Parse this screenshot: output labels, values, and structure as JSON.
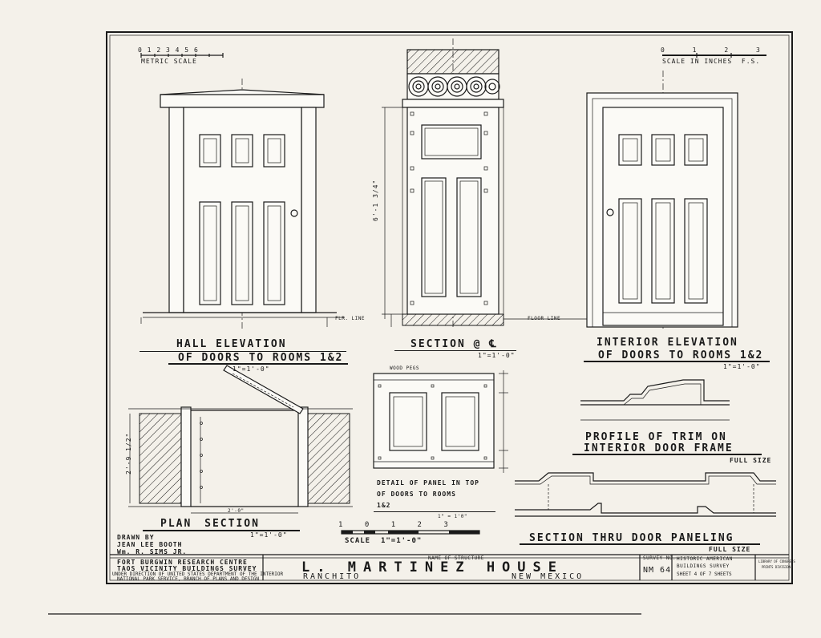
{
  "views": {
    "hall": {
      "title": "HALL ELEVATION",
      "subtitle": "OF DOORS TO ROOMS 1&2",
      "scale": "1\"=1'-0\"",
      "flr_line": "FLR. LINE"
    },
    "section": {
      "title": "SECTION @ ℄",
      "scale": "1\"=1'-0\"",
      "height_dim": "6'-1 3/4\""
    },
    "interior": {
      "title": "INTERIOR ELEVATION",
      "subtitle": "OF DOORS TO ROOMS 1&2",
      "scale": "1\"=1'-0\"",
      "floor_line": "FLOOR LINE"
    },
    "plan": {
      "title": "PLAN SECTION",
      "scale": "1\"=1'-0\"",
      "width_dim": "2'-0\"",
      "depth_dim": "2'-9 1/2\""
    },
    "panel_detail": {
      "label_top": "WOOD PEGS",
      "title_line1": "DETAIL OF PANEL IN TOP",
      "title_line2": "OF DOORS TO ROOMS",
      "title_line3": "1&2",
      "scale": "1\" = 1'0\""
    },
    "trim": {
      "title_line1": "PROFILE OF TRIM ON",
      "title_line2": "INTERIOR DOOR FRAME",
      "size": "FULL SIZE"
    },
    "door_paneling": {
      "title": "SECTION THRU DOOR PANELING",
      "size": "FULL SIZE"
    }
  },
  "scales": {
    "metric": {
      "label": "METRIC SCALE",
      "ticks": [
        "0",
        "1",
        "2",
        "3",
        "4",
        "5",
        "6"
      ]
    },
    "inches": {
      "label": "SCALE IN INCHES",
      "suffix": "F.S.",
      "ticks": [
        "0",
        "1",
        "2",
        "3"
      ]
    },
    "bottom": {
      "label": "SCALE",
      "value": "1\"=1'-0\"",
      "ticks": [
        "1",
        "0",
        "1",
        "2",
        "3"
      ]
    }
  },
  "credits": {
    "drawn_by": "DRAWN BY",
    "name1": "JEAN LEE BOOTH",
    "name2": "Wm. R. SIMS JR."
  },
  "title_block": {
    "org_line1": "FORT BURGWIN RESEARCH CENTRE",
    "org_line2": "TAOS VICINITY BUILDINGS SURVEY",
    "org_line3": "UNDER DIRECTION OF UNITED STATES DEPARTMENT OF THE INTERIOR",
    "org_line4": "NATIONAL PARK SERVICE, BRANCH OF PLANS AND DESIGN",
    "name_of_structure_label": "NAME OF STRUCTURE",
    "structure_name": "L. MARTINEZ HOUSE",
    "location": "RANCHITO",
    "state": "NEW MEXICO",
    "survey_no_label": "SURVEY NO.",
    "survey_no": "NM 64",
    "agency_line1": "HISTORIC AMERICAN",
    "agency_line2": "BUILDINGS SURVEY",
    "sheet": "SHEET 4 OF 7 SHEETS",
    "library_line1": "LIBRARY OF CONGRESS",
    "library_line2": "PRINTS DIVISION"
  }
}
